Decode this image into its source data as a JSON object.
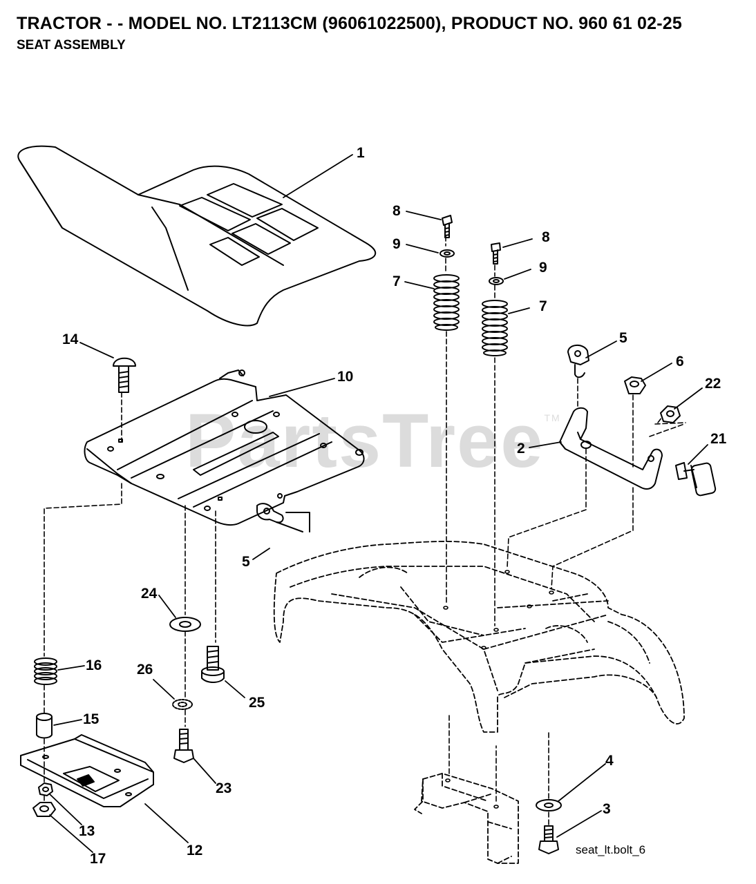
{
  "header": {
    "title": "TRACTOR - - MODEL NO. LT2113CM (96061022500), PRODUCT NO. 960 61 02-25",
    "subtitle": "SEAT ASSEMBLY"
  },
  "watermark": {
    "text": "PartsTree",
    "tm": "TM"
  },
  "footer": {
    "drawing_code": "seat_lt.bolt_6"
  },
  "callouts": {
    "c1": "1",
    "c2": "2",
    "c3": "3",
    "c4": "4",
    "c5a": "5",
    "c5b": "5",
    "c6": "6",
    "c7a": "7",
    "c7b": "7",
    "c8a": "8",
    "c8b": "8",
    "c9a": "9",
    "c9b": "9",
    "c10": "10",
    "c12": "12",
    "c13": "13",
    "c14": "14",
    "c15": "15",
    "c16": "16",
    "c17": "17",
    "c21": "21",
    "c22": "22",
    "c23": "23",
    "c24": "24",
    "c25": "25",
    "c26": "26"
  },
  "colors": {
    "ink": "#000000",
    "watermark": "#dcdcdc",
    "background": "#ffffff"
  }
}
